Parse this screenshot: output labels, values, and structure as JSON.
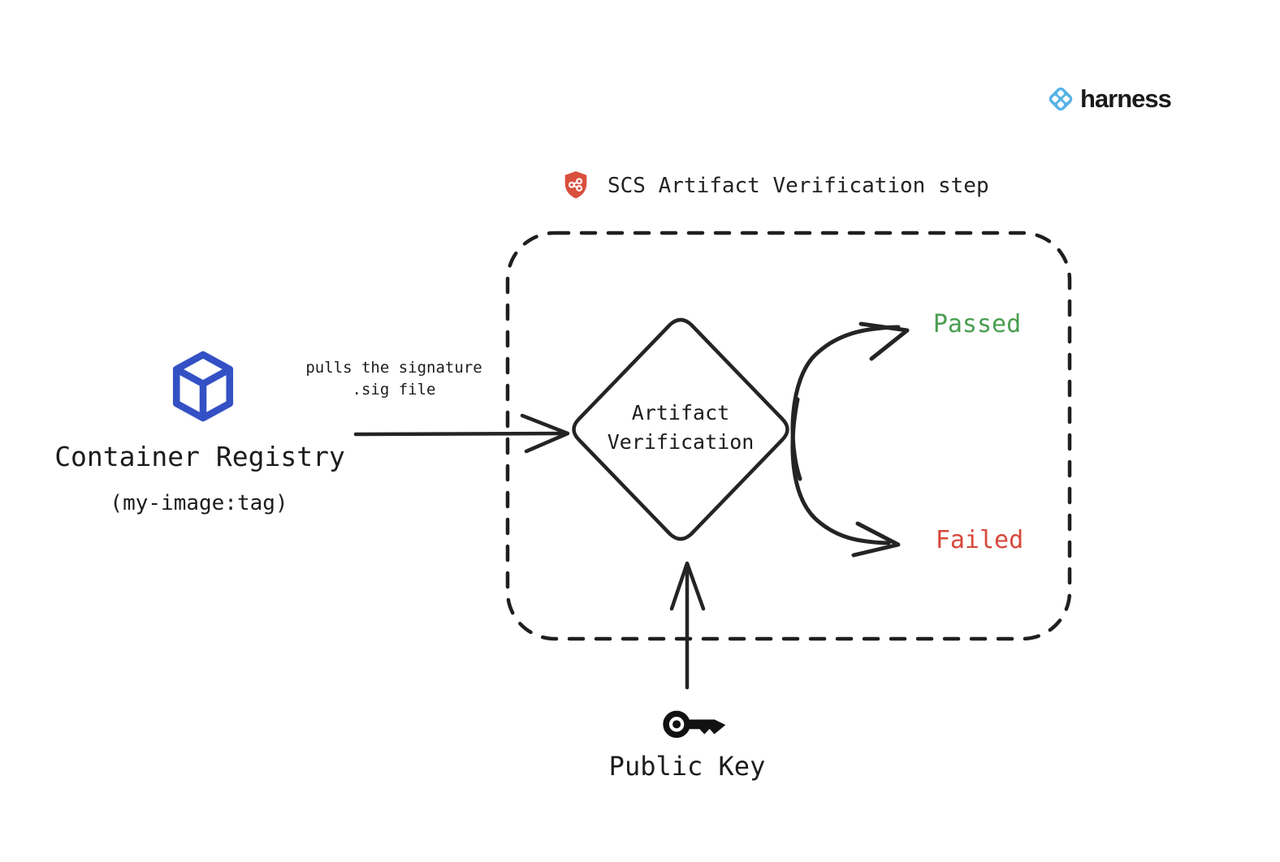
{
  "branding": {
    "logo_text": "harness",
    "icon_color": "#57b3e6",
    "text_color": "#1a1a1a"
  },
  "step_box": {
    "title": "SCS Artifact Verification step",
    "shield_color": "#d94f3d",
    "border_color": "#1f1f1f"
  },
  "source": {
    "name": "Container Registry",
    "detail": "(my-image:tag)",
    "icon_color": "#3351c5"
  },
  "flow": {
    "pull_annotation": "pulls the signature\n.sig file",
    "decision_label": "Artifact\nVerification",
    "outcomes": [
      {
        "label": "Passed",
        "color": "#4a9e50"
      },
      {
        "label": "Failed",
        "color": "#d7483b"
      }
    ],
    "input_label": "Public Key"
  },
  "colors": {
    "line": "#222222",
    "text": "#1c1c1c",
    "background": "#ffffff"
  }
}
